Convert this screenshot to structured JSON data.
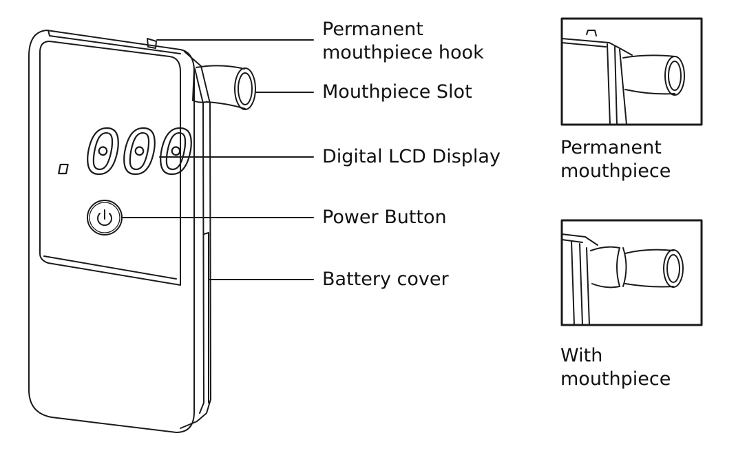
{
  "display": {
    "reading": ".000"
  },
  "callouts": {
    "hook": {
      "line1": "Permanent",
      "line2": "mouthpiece hook"
    },
    "slot": "Mouthpiece Slot",
    "lcd": "Digital LCD Display",
    "power": "Power Button",
    "battery": "Battery cover"
  },
  "insets": {
    "permanent": {
      "line1": "Permanent",
      "line2": "mouthpiece"
    },
    "with": {
      "line1": "With",
      "line2": "mouthpiece"
    }
  },
  "colors": {
    "stroke": "#1a1a1a",
    "background": "#ffffff"
  }
}
